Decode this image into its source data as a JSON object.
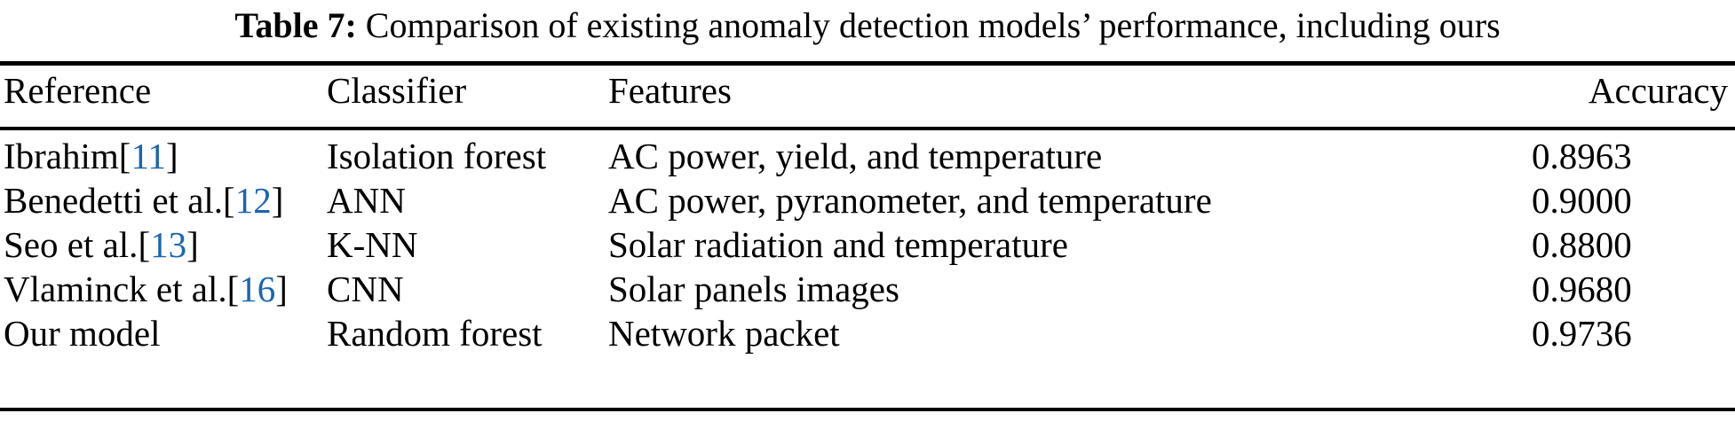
{
  "caption": {
    "label": "Table 7:",
    "text": "Comparison of existing anomaly detection models’ performance, including ours"
  },
  "colors": {
    "text": "#000000",
    "citation_link": "#1b65b0",
    "rule": "#000000",
    "background": "#ffffff"
  },
  "table": {
    "columns": [
      {
        "key": "reference",
        "header": "Reference"
      },
      {
        "key": "classifier",
        "header": "Classifier"
      },
      {
        "key": "features",
        "header": "Features"
      },
      {
        "key": "accuracy",
        "header": "Accuracy"
      }
    ],
    "rows": [
      {
        "reference_name": "Ibrahim",
        "citation": "11",
        "citation_open": "[",
        "citation_close": "]",
        "classifier": "Isolation forest",
        "features": "AC power, yield, and temperature",
        "accuracy": "0.8963"
      },
      {
        "reference_name": "Benedetti et al.",
        "citation": "12",
        "citation_open": "[",
        "citation_close": "]",
        "classifier": "ANN",
        "features": "AC power, pyranometer, and temperature",
        "accuracy": "0.9000"
      },
      {
        "reference_name": "Seo et al.",
        "citation": "13",
        "citation_open": "[",
        "citation_close": "]",
        "classifier": "K-NN",
        "features": "Solar radiation and temperature",
        "accuracy": "0.8800"
      },
      {
        "reference_name": "Vlaminck et al.",
        "citation": "16",
        "citation_open": "[",
        "citation_close": "]",
        "classifier": "CNN",
        "features": "Solar panels images",
        "accuracy": "0.9680"
      },
      {
        "reference_name": "Our model",
        "citation": "",
        "citation_open": "",
        "citation_close": "",
        "classifier": "Random forest",
        "features": "Network packet",
        "accuracy": "0.9736"
      }
    ]
  }
}
